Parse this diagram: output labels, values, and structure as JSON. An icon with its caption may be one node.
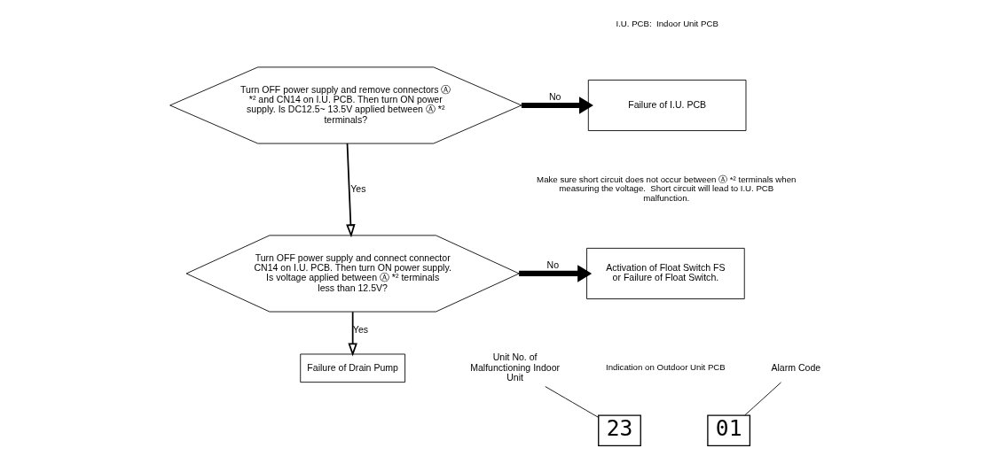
{
  "diagram": {
    "nodes": [
      {
        "text": [
          "Turn OFF power supply and remove connectors Ⓐ *² and CN14 on I.U. PCB. Then turn ON power supply. Is DC12.5~ 13.5V applied between Ⓐ *² terminals?"
        ]
      },
      {
        "text": [
          "Failure of I.U. PCB"
        ]
      },
      {
        "text": [
          "Turn OFF power supply and connect connector CN14 on I.U. PCB. Then turn ON power supply. Is voltage applied between Ⓐ *² terminals less than 12.5V?"
        ]
      },
      {
        "text": [
          "Activation of Float Switch FS or Failure of Float Switch."
        ]
      },
      {
        "text": [
          "Failure of Drain Pump"
        ]
      },
      {
        "text": [
          "23"
        ]
      },
      {
        "text": [
          "01"
        ]
      },
      {
        "text": [
          "Alarm Code"
        ]
      },
      {
        "text": [
          "Unit No. of Malfunctioning Indoor Unit"
        ]
      }
    ],
    "edges": [
      {
        "from": 0,
        "to": 1,
        "arrow": "to",
        "label": "No",
        "style": "thick"
      },
      {
        "from": 0,
        "to": 2,
        "arrow": "to",
        "label": "Yes"
      },
      {
        "from": 2,
        "to": 3,
        "arrow": "to",
        "label": "No",
        "style": "thick"
      },
      {
        "from": 2,
        "to": 4,
        "arrow": "to",
        "label": "Yes"
      },
      {
        "from": 7,
        "to": 6,
        "arrow": "none"
      },
      {
        "from": 8,
        "to": 5,
        "arrow": "none"
      }
    ],
    "labels": [
      "I.U. PCB:  Indoor Unit PCB",
      "Make sure short circuit does not occur between Ⓐ *² terminals when measuring the voltage.  Short circuit will lead to I.U. PCB malfunction.",
      "Indication on Outdoor Unit PCB"
    ]
  }
}
